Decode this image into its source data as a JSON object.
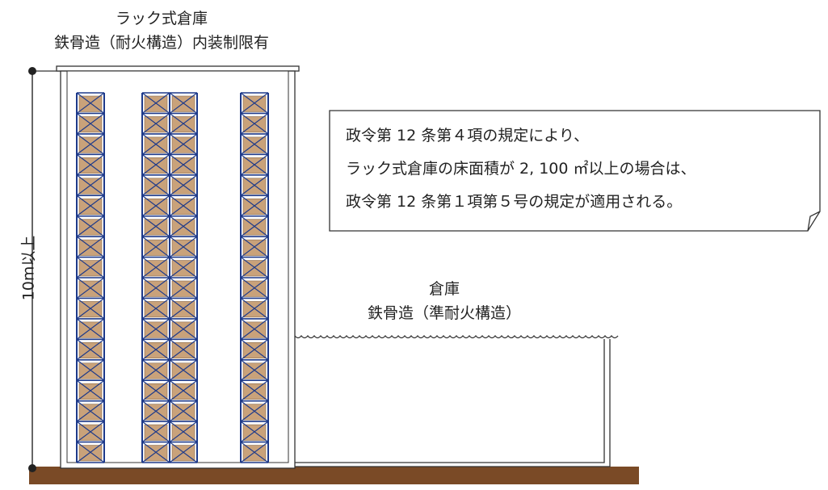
{
  "rack_warehouse": {
    "title": "ラック式倉庫",
    "structure": "鉄骨造（耐火構造）内装制限有"
  },
  "warehouse": {
    "title": "倉庫",
    "structure": "鉄骨造（準耐火構造）"
  },
  "height_dimension": {
    "label": "10m以上"
  },
  "callout": {
    "lines": [
      "政令第 12 条第４項の規定により、",
      "ラック式倉庫の床面積が 2, 100 ㎡以上の場合は、",
      "政令第 12 条第１項第５号の規定が適用される。"
    ]
  },
  "colors": {
    "rack_frame": "#1e3a8a",
    "box": "#c9a27a",
    "ground": "#7a4a26",
    "outline": "#333333"
  },
  "rack": {
    "levels": 18,
    "columns_bays": [
      1,
      2,
      1
    ]
  }
}
